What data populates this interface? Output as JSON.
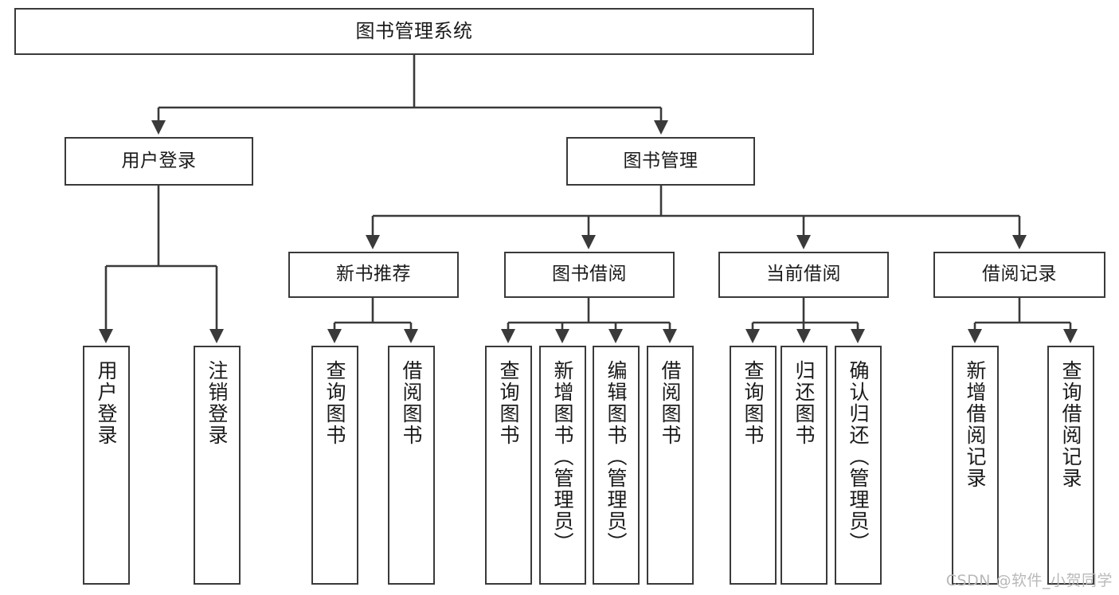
{
  "diagram": {
    "title": "图书管理系统",
    "watermark": "CSDN @软件_小贺同学",
    "line_color": "#3a3a3a",
    "box_fill": "#ffffff",
    "text_color": "#1a1a1a",
    "watermark_color": "#b9b9b9"
  },
  "nodes": {
    "root": {
      "label": "图书管理系统"
    },
    "level1": [
      {
        "label": "用户登录"
      },
      {
        "label": "图书管理"
      }
    ],
    "level2": [
      {
        "label": "新书推荐"
      },
      {
        "label": "图书借阅"
      },
      {
        "label": "当前借阅"
      },
      {
        "label": "借阅记录"
      }
    ],
    "leaves": {
      "user_login": [
        {
          "label": "用户登录"
        },
        {
          "label": "注销登录"
        }
      ],
      "new_book_recommend": [
        {
          "label": "查询图书"
        },
        {
          "label": "借阅图书"
        }
      ],
      "book_borrow": [
        {
          "label": "查询图书"
        },
        {
          "label": "新增图书（管理员）"
        },
        {
          "label": "编辑图书（管理员）"
        },
        {
          "label": "借阅图书"
        }
      ],
      "current_borrow": [
        {
          "label": "查询图书"
        },
        {
          "label": "归还图书"
        },
        {
          "label": "确认归还（管理员）"
        }
      ],
      "borrow_record": [
        {
          "label": "新增借阅记录"
        },
        {
          "label": "查询借阅记录"
        }
      ]
    }
  }
}
